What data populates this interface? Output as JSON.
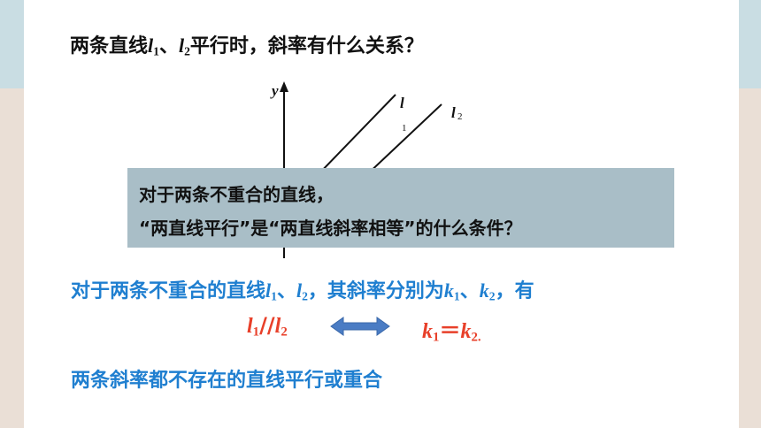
{
  "question": {
    "prefix": "两条直线",
    "l": "l",
    "one": "1",
    "sep": "、",
    "two": "2",
    "suffix": "平行时，斜率有什么关系？"
  },
  "graph": {
    "y_label": "y",
    "line1_label": "l",
    "line1_sub": "1",
    "line2_label": "l",
    "line2_sub": "2"
  },
  "callout": {
    "line1": "对于两条不重合的直线，",
    "line2": "“两直线平行”是“两直线斜率相等”的什么条件？"
  },
  "statement": {
    "prefix": "对于两条不重合的直线",
    "l": "l",
    "one": "1",
    "sep": "、",
    "two": "2",
    "middle": "，其斜率分别为",
    "k": "k",
    "end": "，有"
  },
  "equivalence": {
    "left_l": "l",
    "left_one": "1",
    "parallel_symbol": "//",
    "left_two": "2",
    "right_k": "k",
    "right_one": "1",
    "equals": "＝",
    "right_two": "2.",
    "arrow_color": "#4a7cc4"
  },
  "note": "两条斜率都不存在的直线平行或重合",
  "colors": {
    "blue_text": "#1f7fd0",
    "red_text": "#e8402a",
    "callout_bg": "#a9bec7",
    "side_top": "#c9dde3",
    "side_bottom": "#eadfd6"
  }
}
